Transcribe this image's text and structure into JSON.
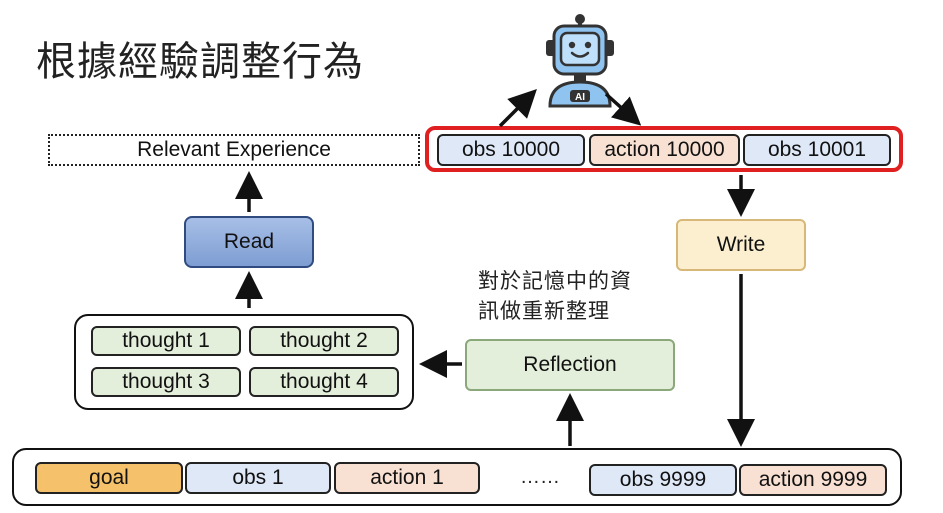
{
  "title": "根據經驗調整行為",
  "relevant_experience": "Relevant Experience",
  "current_sequence": [
    {
      "label": "obs 10000",
      "kind": "obs"
    },
    {
      "label": "action 10000",
      "kind": "action"
    },
    {
      "label": "obs 10001",
      "kind": "obs"
    }
  ],
  "robot": {
    "badge": "AI"
  },
  "write_label": "Write",
  "read_label": "Read",
  "reflection_label": "Reflection",
  "reflection_note": [
    "對於記憶中的資",
    "訊做重新整理"
  ],
  "thoughts": [
    "thought 1",
    "thought 2",
    "thought 3",
    "thought 4"
  ],
  "memory": {
    "goal": "goal",
    "items": [
      "obs 1",
      "action 1"
    ],
    "ellipsis": "……",
    "tail": [
      "obs 9999",
      "action 9999"
    ]
  },
  "colors": {
    "highlight": "#e02020",
    "obs": "#dfe8f7",
    "action": "#f8e0d3",
    "goal": "#f5c26b",
    "thought": "#e3eedb",
    "read": "#7e9dd2",
    "write": "#fcefd0",
    "robot": "#8fc3f0"
  }
}
